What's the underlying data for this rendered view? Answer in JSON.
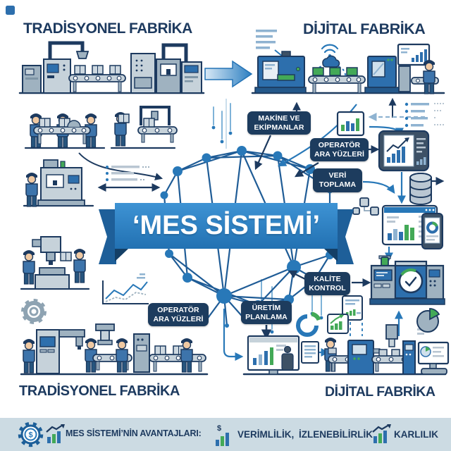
{
  "banner": {
    "title": "‘MES SİSTEMİ’"
  },
  "headings": {
    "top_left": "TRADİSYONEL FABRİKA",
    "top_right": "DİJİTAL FABRİKA",
    "bottom_left": "TRADİSYONEL FABRİKA",
    "bottom_right": "DİJİTAL FABRİKA"
  },
  "callouts": {
    "machines": "MAKİNE VE\nEKİPMANLAR",
    "operator_interfaces_right": "OPERATÖR\nARA YÜZLERİ",
    "data_collection": "VERİ\nTOPLAMA",
    "quality_control": "KALİTE\nKONTROL",
    "production_planning": "ÜRETİM\nPLANLAMA",
    "operator_interfaces_left": "OPERATÖR\nARA YÜZLERİ"
  },
  "footer": {
    "title": "MES SİSTEMİ’NİN AVANTAJLARI:",
    "benefits": [
      "VERİMLİLİK,",
      "İZLENEBİLİRLİK",
      "KARLILIK"
    ],
    "dollar_glyph": "$"
  },
  "colors": {
    "navy": "#1d3a5f",
    "blue": "#2878b8",
    "machine_blue": "#2d6fad",
    "ribbon_blue": "#2f82c3",
    "ribbon_dark": "#1e5f99",
    "green": "#43a957",
    "light_machine_grey": "#c6d2da",
    "mid_machine_grey": "#9fb2c0",
    "footer_bg": "#ccdbe3",
    "callout_bg": "#1d3c5e"
  },
  "icons": [
    "gear-dollar-icon",
    "growth-chart-icon",
    "efficiency-bars-icon",
    "profit-chart-icon",
    "wifi-cloud-icon",
    "database-icon",
    "tablet-chart-icon",
    "dashboard-window-icon",
    "smartphone-donut-icon",
    "checklist-icon",
    "pie-chart-icon",
    "document-chart-icon",
    "donut-chart-icon",
    "gear-icon",
    "line-chart-icon",
    "flow-nodes-icon",
    "quality-gauge-machine",
    "monitor-pie-icon",
    "bar-chart-box-icon"
  ]
}
